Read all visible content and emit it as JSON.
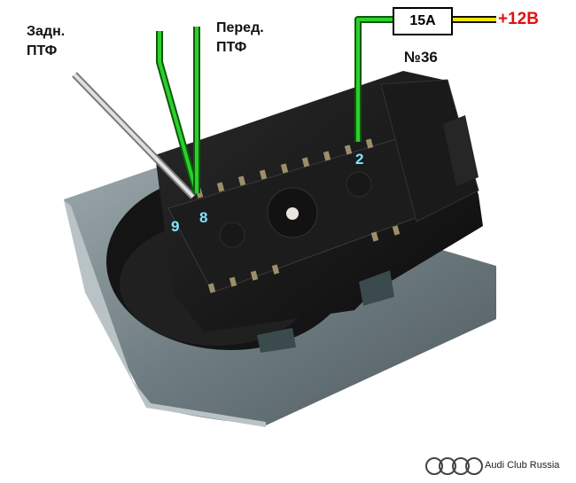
{
  "labels": {
    "rear_fog_line1": "Задн.",
    "rear_fog_line2": "ПТФ",
    "front_fog_line1": "Перед.",
    "front_fog_line2": "ПТФ",
    "fuse": "15A",
    "plus12": "+12В",
    "fuse_number": "№36",
    "pin_9": "9",
    "pin_8": "8",
    "pin_2": "2"
  },
  "logo": {
    "brand": "Audi",
    "club": "Club Russia"
  },
  "colors": {
    "wire_green": "#22c222",
    "wire_grey": "#c9c9c9",
    "wire_yellow": "#f2e600",
    "pin_label": "#7fe5ff",
    "plus_label": "#e01010",
    "housing": "#151515",
    "panel": "#7d8b90"
  }
}
